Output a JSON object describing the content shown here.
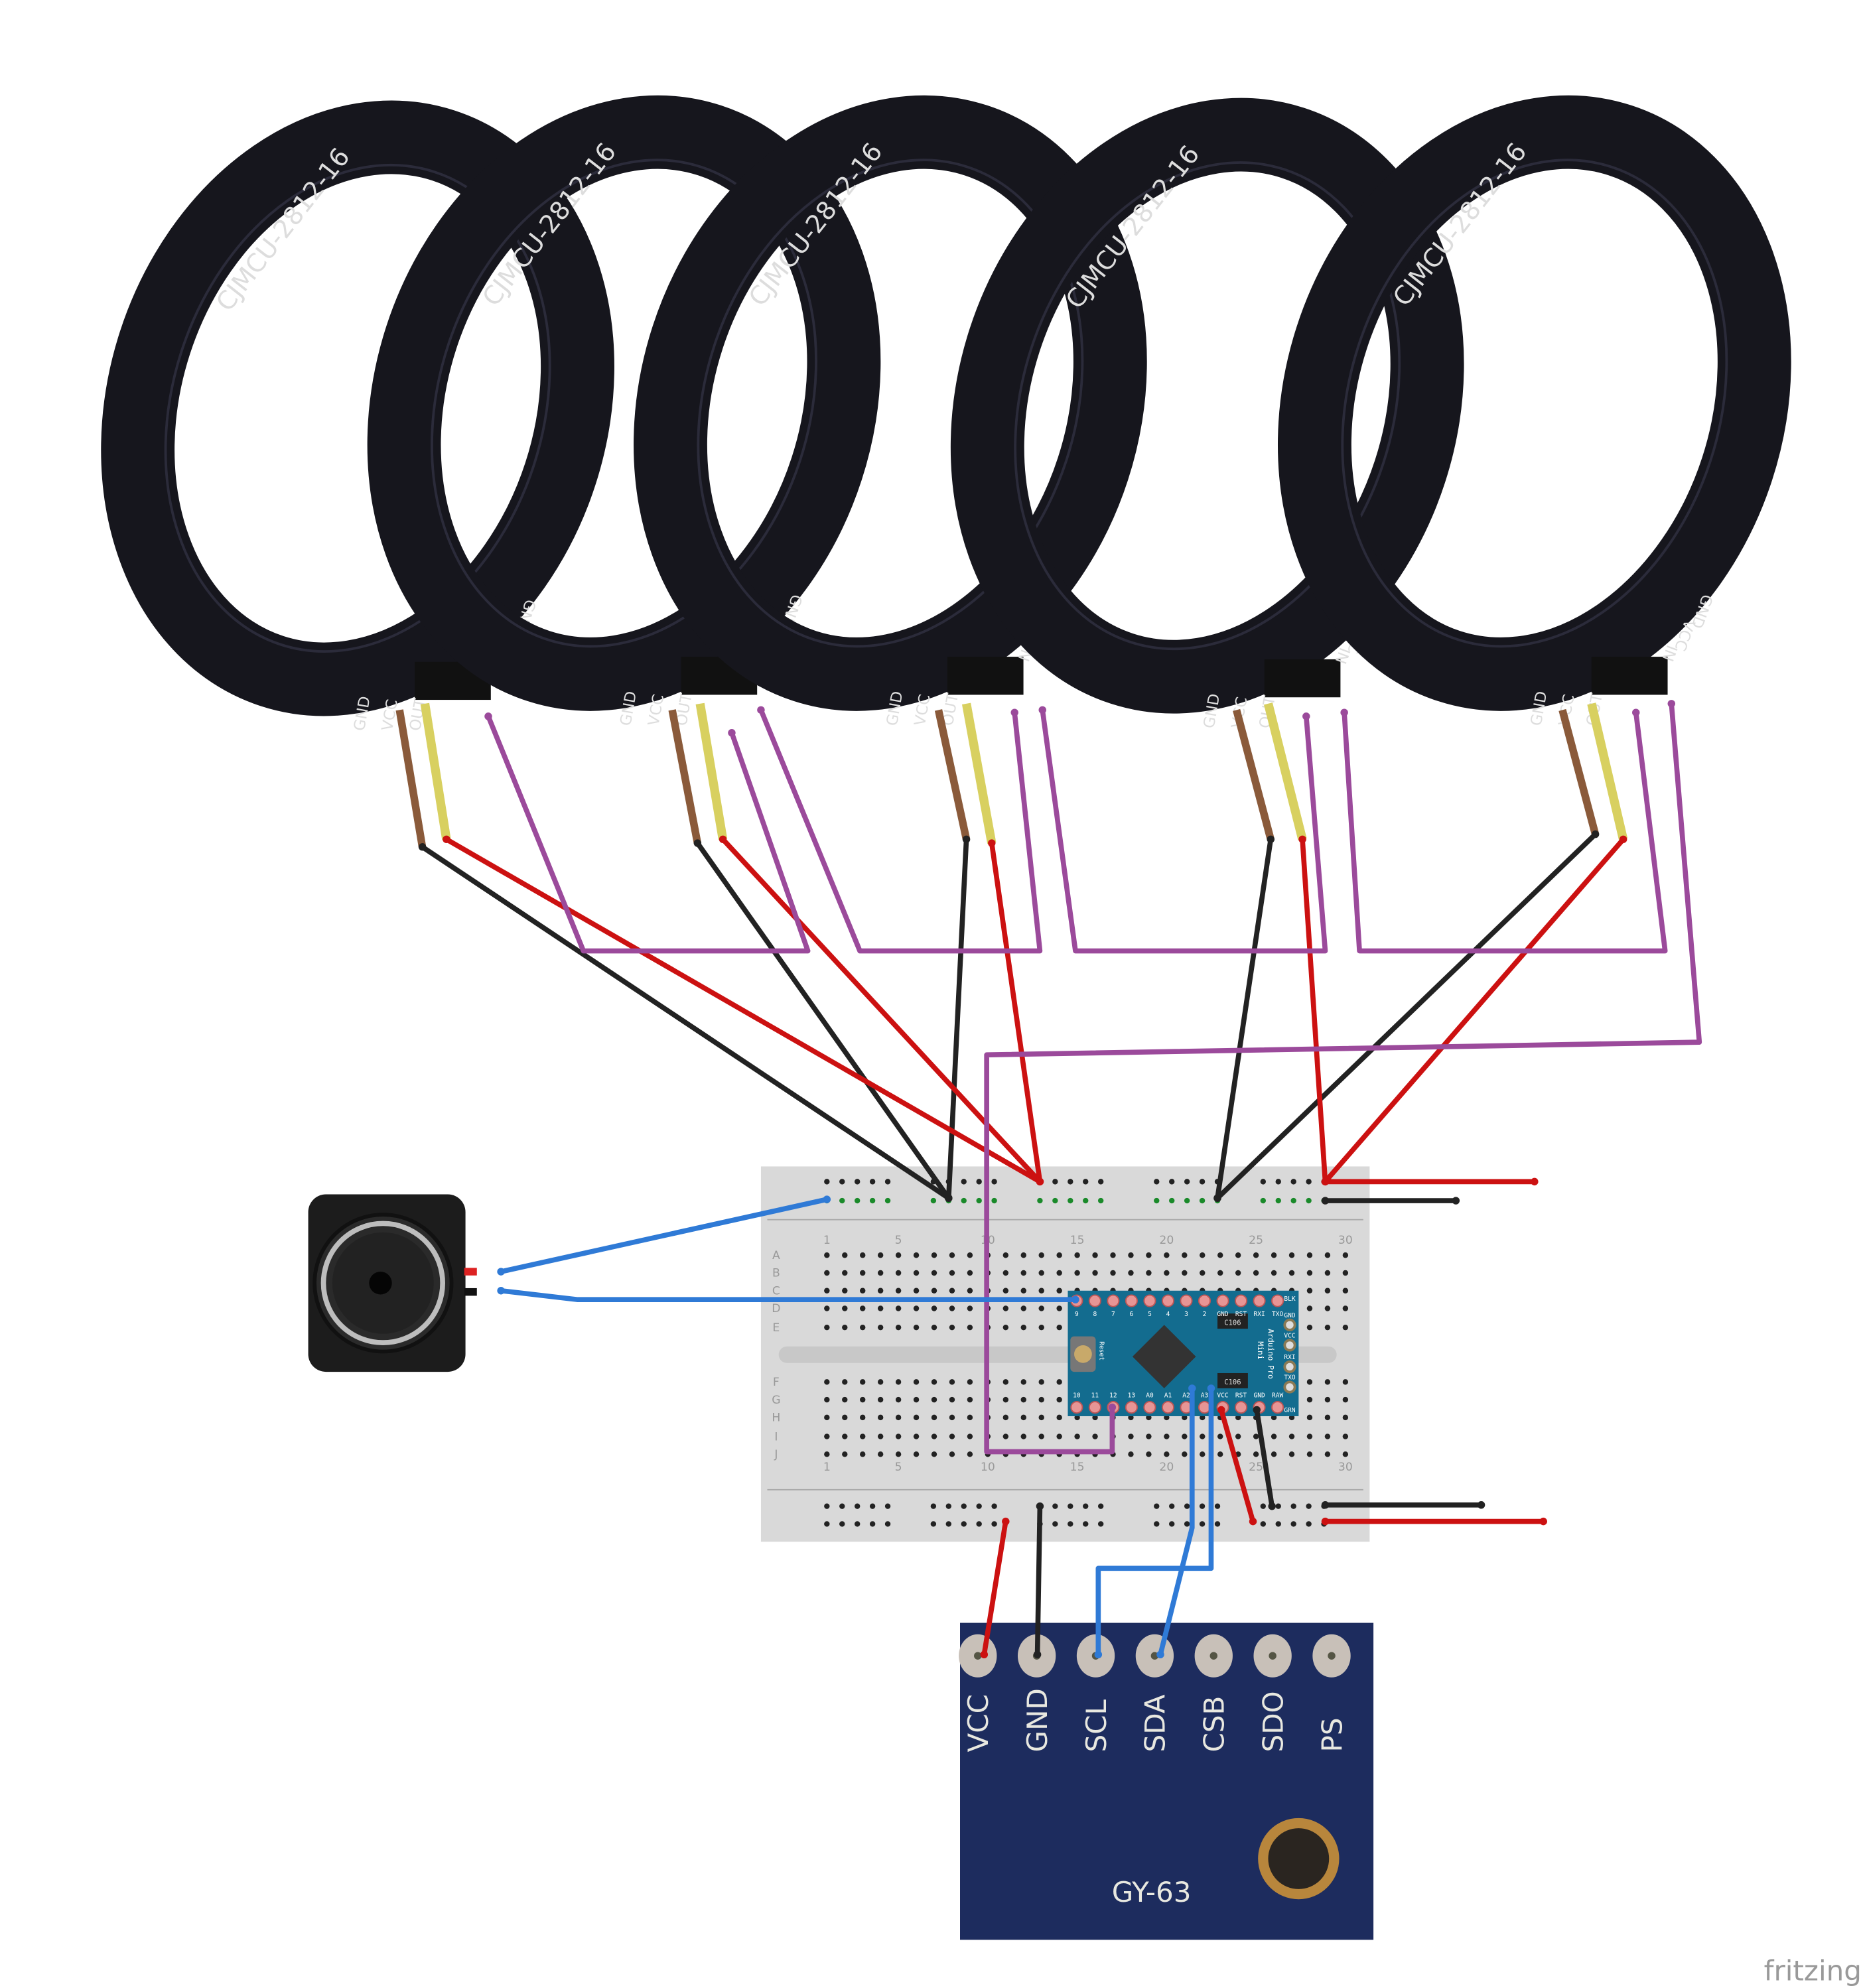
{
  "diagram": {
    "colors": {
      "wire_red": "#cc1111",
      "wire_black": "#222222",
      "wire_purple": "#9b4a9b",
      "wire_blue": "#2f7ad6",
      "breadboard": "#d9d9d9",
      "arduino": "#136c8f",
      "sensor_board": "#1d2c5e",
      "ring": "#16161d"
    },
    "led_rings": {
      "label": "CJMCU-2812-16",
      "pins_bottom": [
        "GND",
        "VCC",
        "OUT"
      ],
      "pins_side": [
        "IN",
        "VCC",
        "GND"
      ],
      "count": 5
    },
    "breadboard": {
      "column_labels": [
        "1",
        "5",
        "10",
        "15",
        "20",
        "25",
        "30"
      ],
      "row_labels": [
        "A",
        "B",
        "C",
        "D",
        "E",
        "F",
        "G",
        "H",
        "I",
        "J"
      ]
    },
    "arduino": {
      "name_line1": "Arduino Pro",
      "name_line2": "Mini",
      "reset_label": "Reset",
      "top_pins": [
        "9",
        "8",
        "7",
        "6",
        "5",
        "4",
        "3",
        "2",
        "GND",
        "RST",
        "RXI",
        "TXO"
      ],
      "bottom_pins": [
        "10",
        "11",
        "12",
        "13",
        "A0",
        "A1",
        "A2",
        "A3",
        "VCC",
        "RST",
        "GND",
        "RAW"
      ],
      "side_pins": [
        "BLK",
        "GND",
        "VCC",
        "RXI",
        "TXO",
        "GRN"
      ],
      "cap_label": "C106"
    },
    "sensor": {
      "name": "GY-63",
      "pins": [
        "VCC",
        "GND",
        "SCL",
        "SDA",
        "CSB",
        "SDO",
        "PS"
      ]
    },
    "speaker": {},
    "logo": "fritzing"
  }
}
